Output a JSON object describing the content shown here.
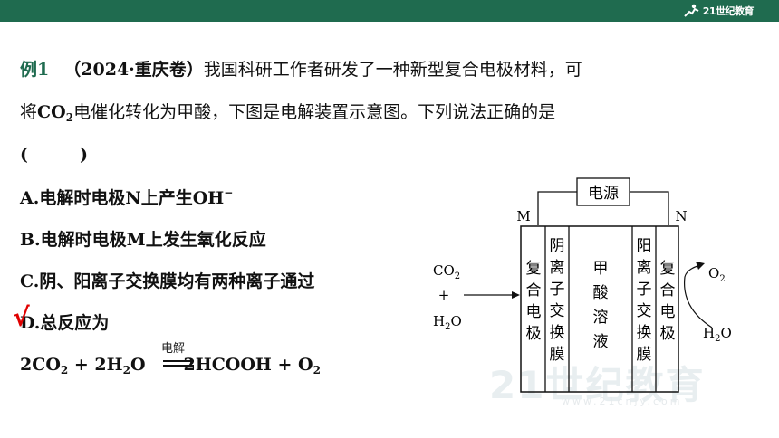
{
  "brand": {
    "logo_text": "21世纪教育"
  },
  "question": {
    "tag": "例1",
    "source": "（2024·重庆卷）",
    "line1_rest": "我国科研工作者研发了一种新型复合电极材料，可",
    "line2_pre": "将",
    "co": "CO",
    "sub2": "2",
    "line2_rest": "电催化转化为甲酸，下图是电解装置示意图。下列说法正确的是",
    "paren": "(　　　)"
  },
  "options": {
    "A_pre": "A.电解时电极N上产生OH",
    "A_sup": "−",
    "B": "B.电解时电极M上发生氧化反应",
    "C": "C.阴、阳离子交换膜均有两种离子通过",
    "D": "D.总反应为"
  },
  "answer_mark": "√",
  "equation": {
    "p1": "2CO",
    "s1": "2",
    "p2": " + 2H",
    "s2": "2",
    "p3": "O",
    "cond": "电解",
    "p4": "2HCOOH + O",
    "s4": "2"
  },
  "diagram": {
    "power": "电源",
    "M": "M",
    "N": "N",
    "left_in_1": "CO",
    "left_in_1_sub": "2",
    "left_in_plus": "+",
    "left_in_2a": "H",
    "left_in_2_sub": "2",
    "left_in_2b": "O",
    "right_out": "O",
    "right_out_sub": "2",
    "right_in_a": "H",
    "right_in_sub": "2",
    "right_in_b": "O",
    "col_left_electrode": [
      "复",
      "合",
      "电",
      "极"
    ],
    "col_cation_membrane": [
      "阴",
      "离",
      "子",
      "交",
      "换",
      "膜"
    ],
    "col_solution": [
      "甲",
      "酸",
      "溶",
      "液"
    ],
    "col_anion_membrane": [
      "阳",
      "离",
      "子",
      "交",
      "换",
      "膜"
    ],
    "col_right_electrode": [
      "复",
      "合",
      "电",
      "极"
    ]
  },
  "watermark": {
    "main": "21世纪教育",
    "sub": "www.21cnjy.com"
  }
}
